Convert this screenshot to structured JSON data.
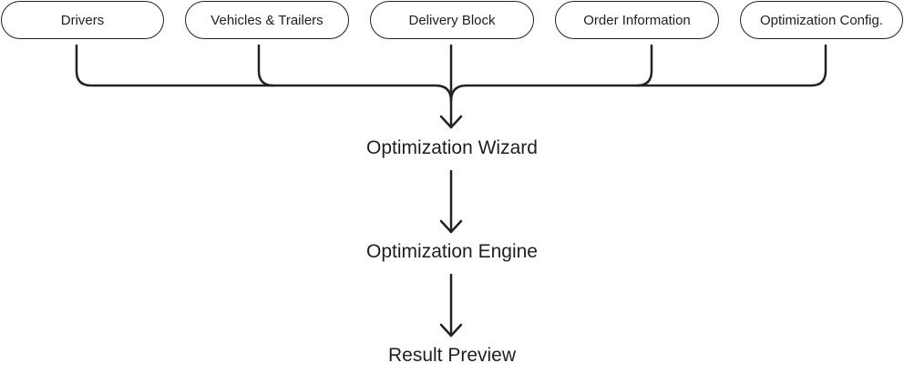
{
  "inputs": [
    "Drivers",
    "Vehicles & Trailers",
    "Delivery Block",
    "Order Information",
    "Optimization Config."
  ],
  "stages": [
    "Optimization Wizard",
    "Optimization Engine",
    "Result Preview"
  ],
  "colors": {
    "stroke": "#222222",
    "text": "#1f1f1f",
    "background": "#ffffff"
  }
}
